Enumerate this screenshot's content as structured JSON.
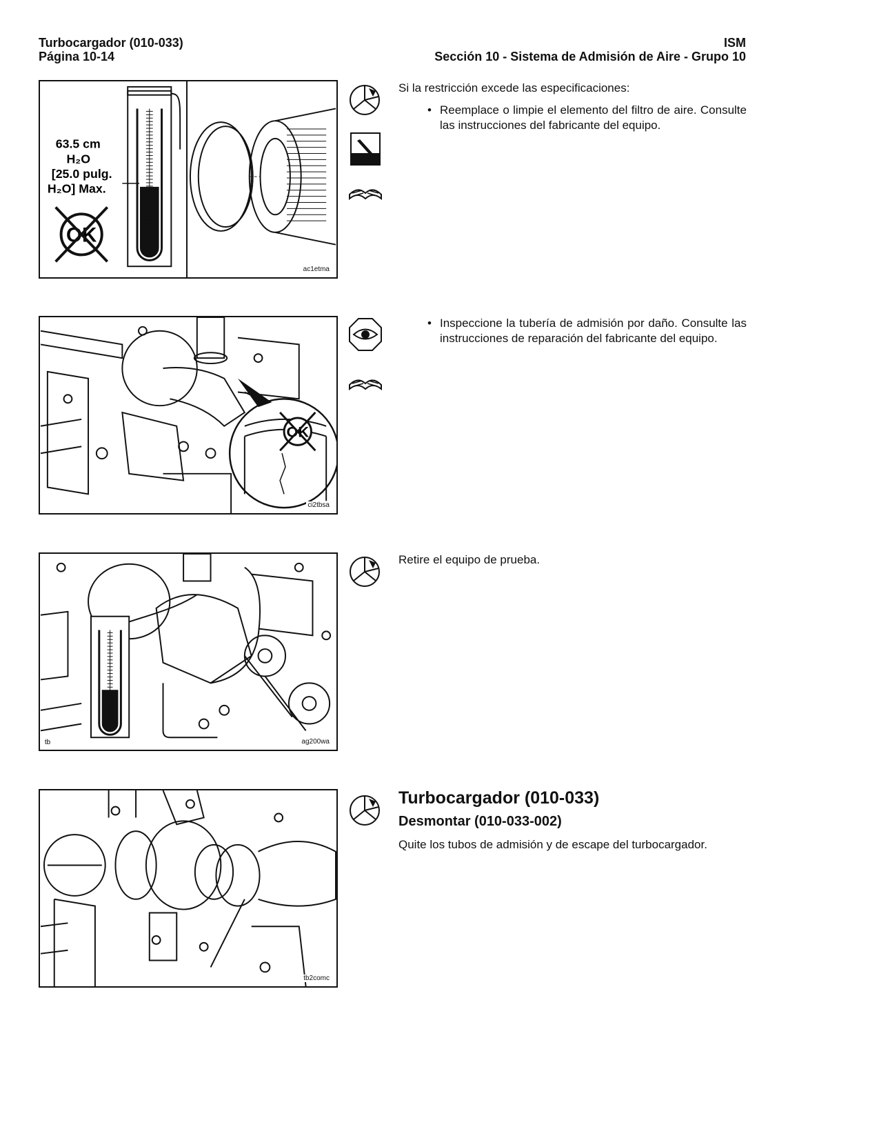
{
  "header": {
    "left_line1": "Turbocargador (010-033)",
    "left_line2": "Página 10-14",
    "right_line1": "ISM",
    "right_line2": "Sección 10 - Sistema de Admisión de Aire - Grupo 10"
  },
  "figures": [
    {
      "code": "ac1etma",
      "labels": [
        "63.5 cm",
        "H₂O",
        "[25.0 pulg.",
        "H₂O] Max."
      ],
      "ok_mark": "OK"
    },
    {
      "code": "ci2tbsa",
      "ok_mark": "OK"
    },
    {
      "code": "ag200wa",
      "corner": "tb"
    },
    {
      "code": "tb2comc"
    }
  ],
  "steps": [
    {
      "intro": "Si la restricción excede las especificaciones:",
      "bullet": "Reemplace o limpie el elemento del filtro de aire. Consulte las instrucciones del fabricante del equipo.",
      "icons": [
        "measure-icon",
        "replace-icon",
        "manual-icon"
      ]
    },
    {
      "bullet": "Inspeccione la tubería de admisión por daño. Consulte las instrucciones de reparación del fabricante del equipo.",
      "icons": [
        "inspect-icon",
        "manual-icon"
      ]
    },
    {
      "text": "Retire el equipo de prueba.",
      "icons": [
        "measure-icon"
      ]
    },
    {
      "title": "Turbocargador (010-033)",
      "subtitle": "Desmontar (010-033-002)",
      "text": "Quite los tubos de admisión y de escape del turbocargador.",
      "icons": [
        "measure-icon"
      ]
    }
  ]
}
